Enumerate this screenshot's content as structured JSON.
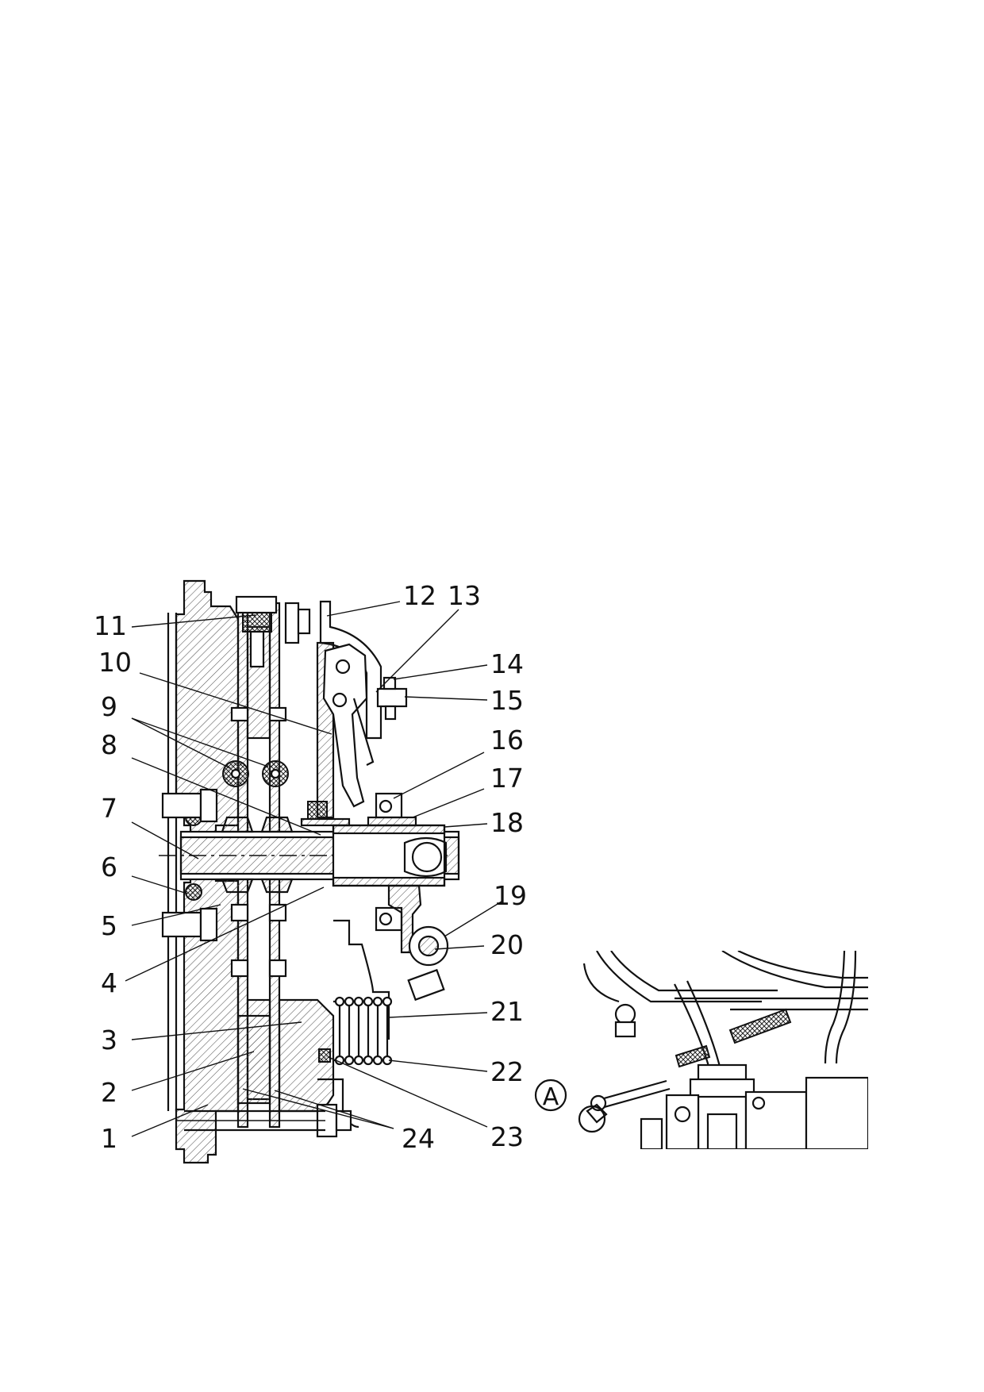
{
  "diagram_clutch": {
    "callouts": [
      "1",
      "2",
      "3",
      "4",
      "5",
      "6",
      "7",
      "8",
      "9",
      "10",
      "11",
      "12",
      "13",
      "14",
      "15",
      "16",
      "17",
      "18",
      "19",
      "20",
      "21",
      "22",
      "23",
      "24"
    ]
  },
  "diagram_detail": {
    "marker": "A"
  }
}
